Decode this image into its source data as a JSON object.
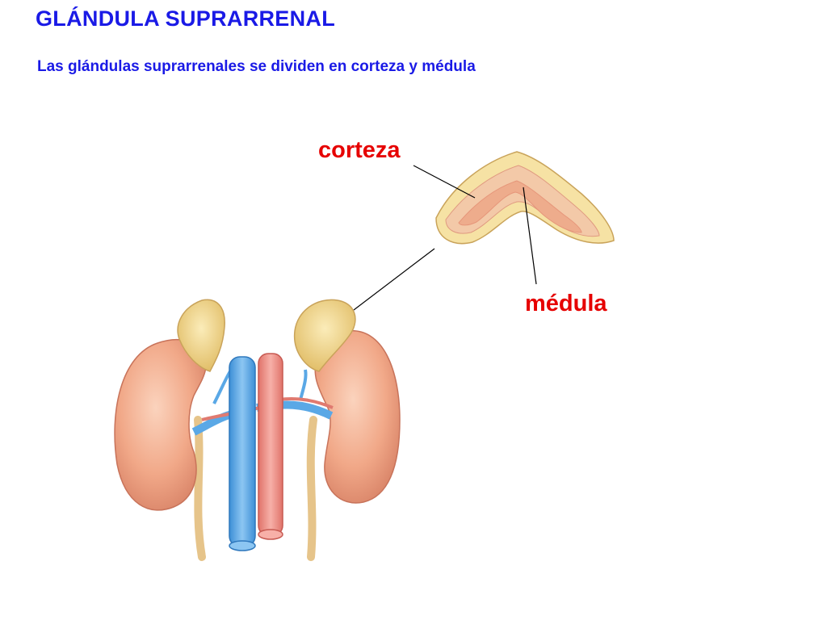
{
  "title": "GLÁNDULA SUPRARRENAL",
  "subtitle": "Las glándulas suprarrenales se dividen en corteza y médula",
  "labels": {
    "cortex": "corteza",
    "medulla": "médula"
  },
  "colors": {
    "heading": "#1a1ae6",
    "label": "#e60000",
    "kidney": "#f1a888",
    "adrenal": "#f2d489",
    "vein": "#5aa8e6",
    "artery": "#f08a82",
    "ureter": "#e6c48a"
  }
}
